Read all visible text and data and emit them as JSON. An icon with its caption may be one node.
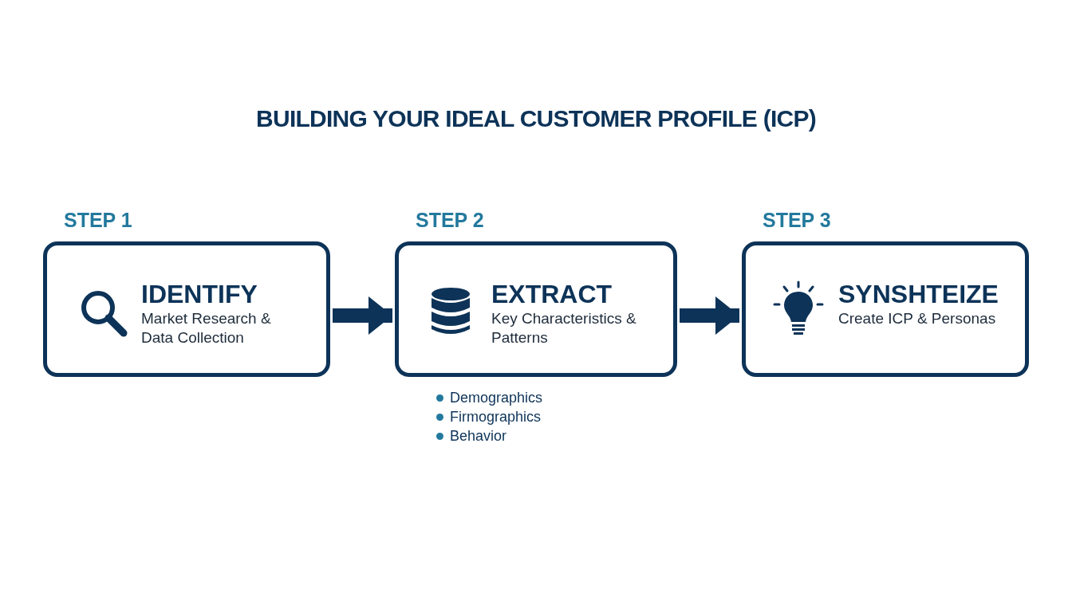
{
  "diagram": {
    "title": "BUILDING YOUR IDEAL CUSTOMER PROFILE (ICP)",
    "nodes": [
      {
        "text": [
          "STEP 1",
          "IDENTIFY",
          "Market Research & Data Collection"
        ]
      },
      {
        "text": [
          "STEP 2",
          "EXTRACT",
          "Key Characteristics & Patterns"
        ],
        "beside": [
          "Demographics",
          "Firmographics",
          "Behavior"
        ]
      },
      {
        "text": [
          "STEP 3",
          "SYNSHTEIZE",
          "Create ICP & Personas"
        ]
      }
    ],
    "edges": [
      {
        "from": 0,
        "to": 1,
        "arrow": "to"
      },
      {
        "from": 1,
        "to": 2,
        "arrow": "to"
      }
    ]
  }
}
